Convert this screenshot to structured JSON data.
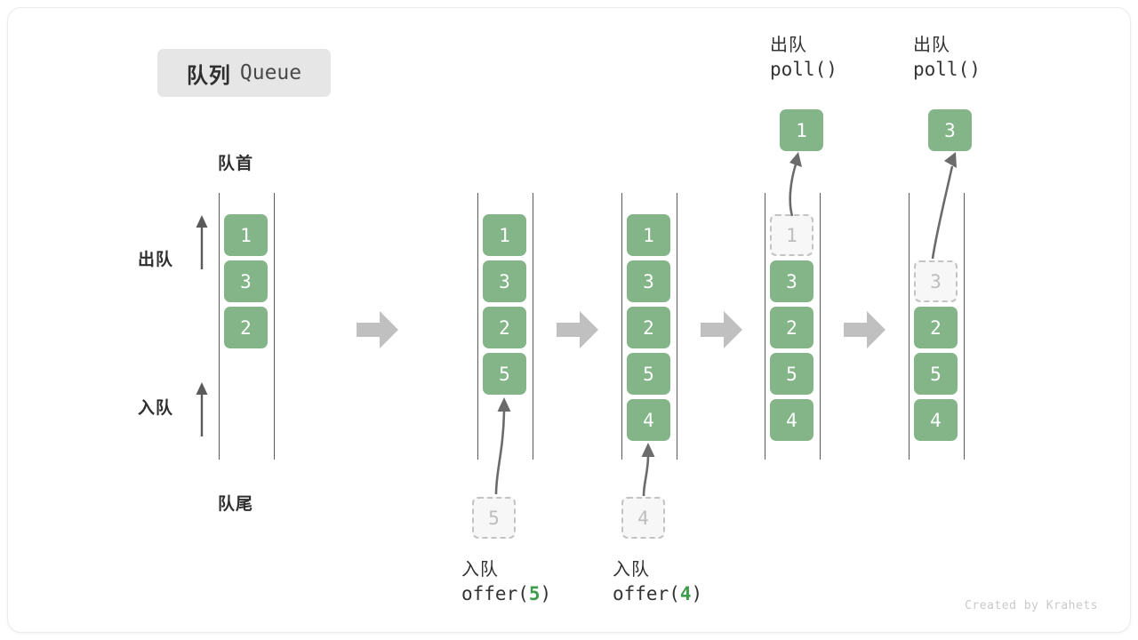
{
  "title": {
    "cn": "队列",
    "en": "Queue"
  },
  "labels": {
    "head": "队首",
    "tail": "队尾",
    "dequeue": "出队",
    "enqueue": "入队"
  },
  "colors": {
    "element": "#84b589",
    "element_text": "#ffffff",
    "ghost_border": "#c3c3c3",
    "ghost_text": "#bdbdbd",
    "rail": "#5a5a5a",
    "step_arrow": "#c0c0c0",
    "accent_number": "#3f9c4a",
    "badge_bg": "#e6e6e6"
  },
  "columns": [
    {
      "name": "initial-queue",
      "items": [
        {
          "value": "1",
          "state": "solid"
        },
        {
          "value": "3",
          "state": "solid"
        },
        {
          "value": "2",
          "state": "solid"
        }
      ]
    },
    {
      "name": "after-offer-5",
      "items": [
        {
          "value": "1",
          "state": "solid"
        },
        {
          "value": "3",
          "state": "solid"
        },
        {
          "value": "2",
          "state": "solid"
        },
        {
          "value": "5",
          "state": "solid"
        }
      ]
    },
    {
      "name": "after-offer-4",
      "items": [
        {
          "value": "1",
          "state": "solid"
        },
        {
          "value": "3",
          "state": "solid"
        },
        {
          "value": "2",
          "state": "solid"
        },
        {
          "value": "5",
          "state": "solid"
        },
        {
          "value": "4",
          "state": "solid"
        }
      ]
    },
    {
      "name": "poll-1",
      "items": [
        {
          "value": "1",
          "state": "ghost"
        },
        {
          "value": "3",
          "state": "solid"
        },
        {
          "value": "2",
          "state": "solid"
        },
        {
          "value": "5",
          "state": "solid"
        },
        {
          "value": "4",
          "state": "solid"
        }
      ]
    },
    {
      "name": "poll-3",
      "items": [
        {
          "value": "",
          "state": "empty"
        },
        {
          "value": "3",
          "state": "ghost"
        },
        {
          "value": "2",
          "state": "solid"
        },
        {
          "value": "5",
          "state": "solid"
        },
        {
          "value": "4",
          "state": "solid"
        }
      ]
    }
  ],
  "operations": {
    "offer_5": {
      "cn": "入队",
      "code_prefix": "offer(",
      "code_value": "5",
      "code_suffix": ")"
    },
    "offer_4": {
      "cn": "入队",
      "code_prefix": "offer(",
      "code_value": "4",
      "code_suffix": ")"
    },
    "poll_1": {
      "cn": "出队",
      "code": "poll()",
      "result": "1"
    },
    "poll_3": {
      "cn": "出队",
      "code": "poll()",
      "result": "3"
    }
  },
  "ghost_inputs": {
    "offer_5": "5",
    "offer_4": "4"
  },
  "watermark": "Created by Krahets"
}
